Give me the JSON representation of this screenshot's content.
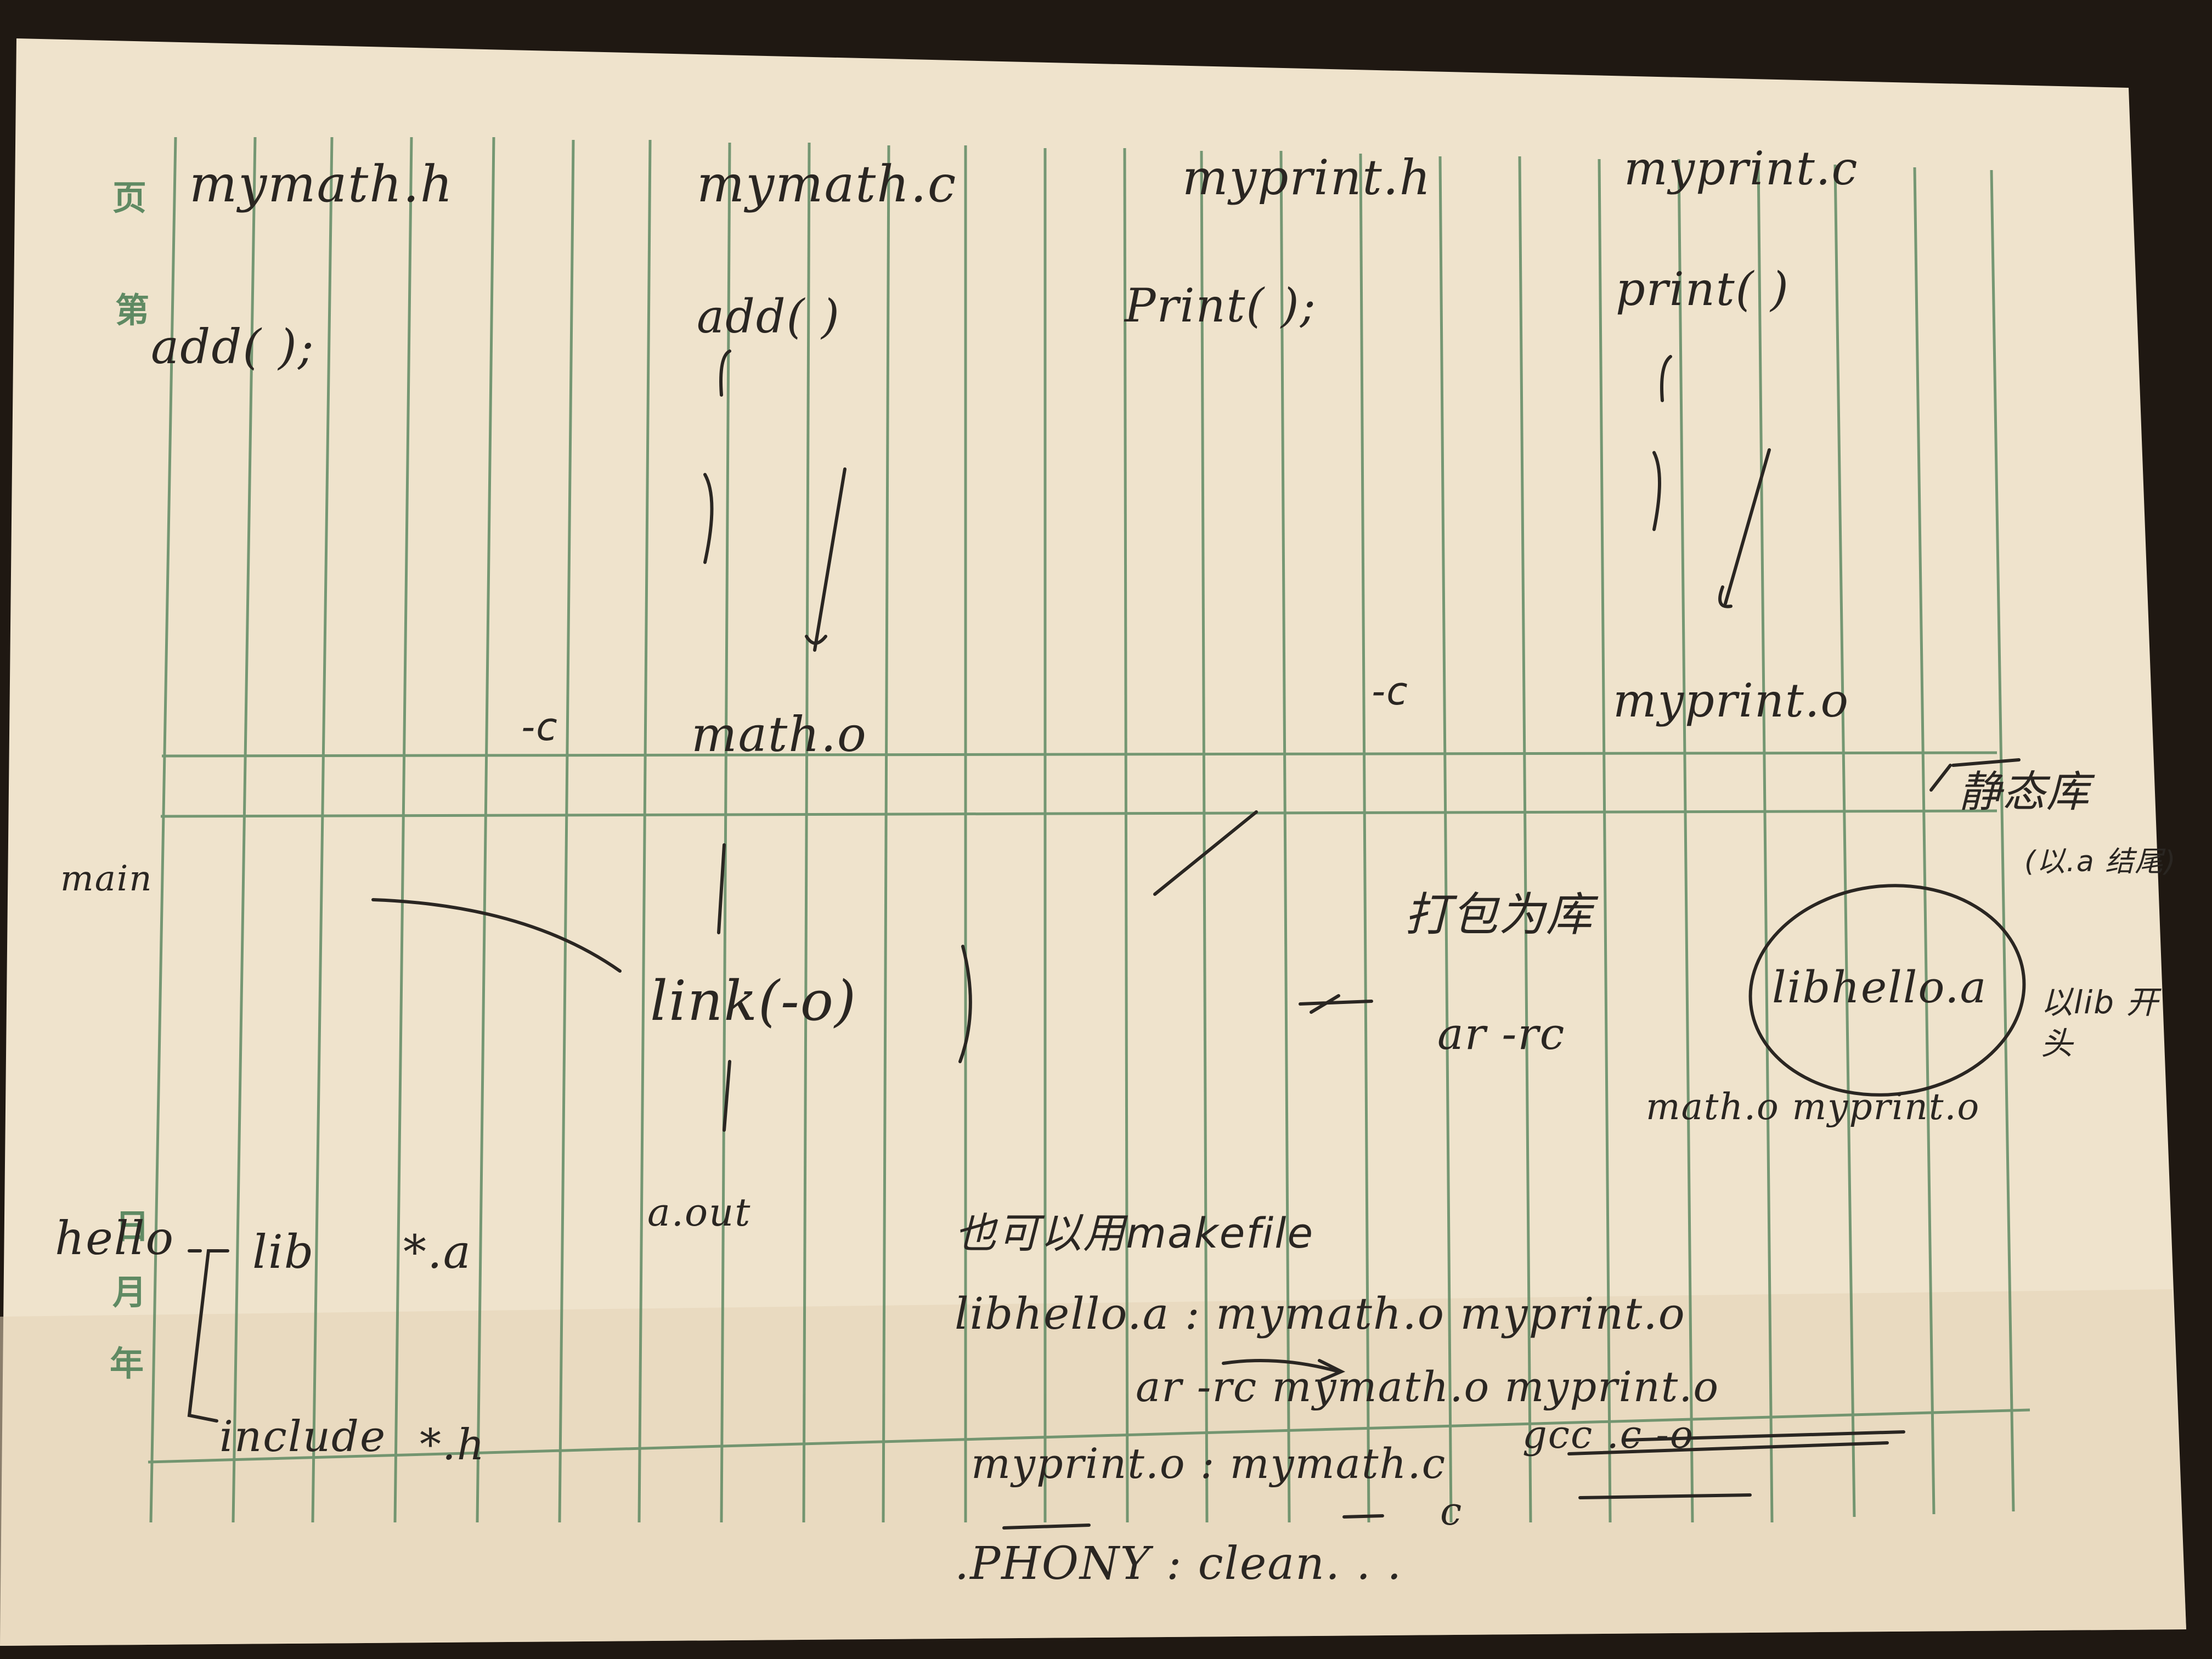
{
  "colors": {
    "table_background": "#1f1812",
    "paper": "#efe3cc",
    "rule_green": "#5f8a63",
    "ink": "#2a2622"
  },
  "margin_labels": {
    "ye": "页",
    "di": "第",
    "nian": "年",
    "yue": "月",
    "ri": "日"
  },
  "notes": {
    "mymath_h": "mymath.h",
    "mymath_c": "mymath.c",
    "myprint_h": "myprint.h",
    "myprint_c": "myprint.c",
    "add_decl": "add(   );",
    "add_def": "add(   )",
    "print_decl": "Print(  );",
    "print_def": "print(  )",
    "flag_c_1": "-c",
    "flag_c_2": "-c",
    "math_o": "math.o",
    "myprint_o": "myprint.o",
    "static_lib": "静态库",
    "lib_a_note": "(以.a 结尾)",
    "main": "main",
    "pack_static_lib": "打包为库",
    "link": "link(-o)",
    "ar_rc": "ar  -rc",
    "libhello_a": "libhello.a",
    "starts_with_lib": "以lib 开头",
    "math_o_myprint_o": "math.o   myprint.o",
    "hello": "hello",
    "lib_dir": "lib",
    "star_a": "*.a",
    "include_dir": "include",
    "star_h": "*.h",
    "a_out": "a.out",
    "makefile_note": "也可以用makefile",
    "mf_rule1": "libhello.a : mymath.o myprint.o",
    "mf_cmd1": "ar -rc mymath.o  myprint.o",
    "mf_rule2": "myprint.o : mymath.c",
    "gcc_cmd": "gcc .c -o",
    "mf_cmd2": "c",
    "phony": ".PHONY : clean. . ."
  }
}
